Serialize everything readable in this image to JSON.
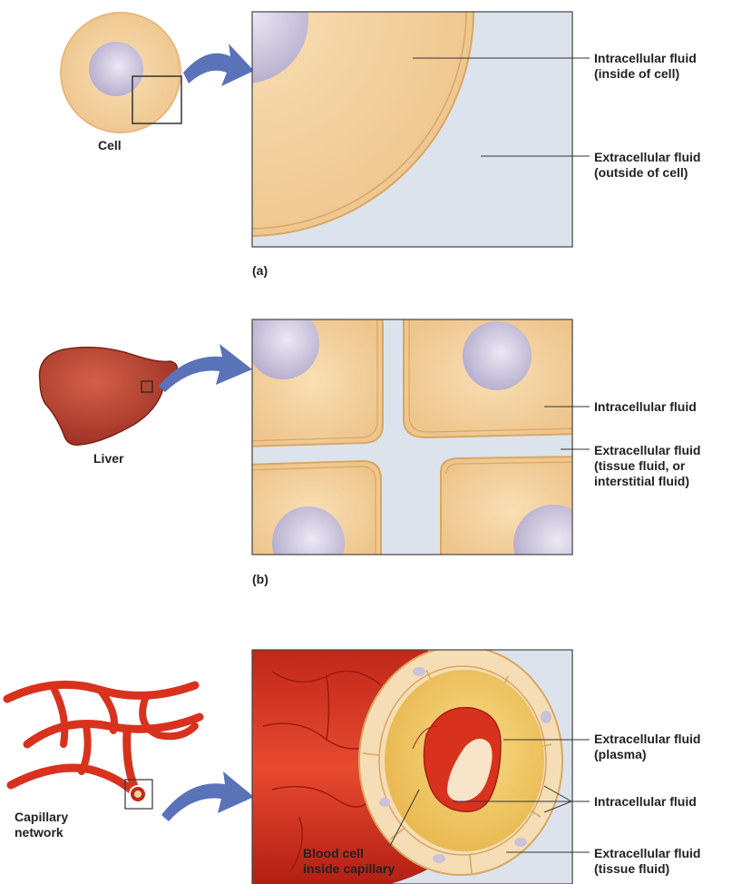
{
  "panel_a": {
    "tag": "(a)",
    "source_label": "Cell",
    "intracellular_lines": [
      "Intracellular fluid",
      "(inside of cell)"
    ],
    "extracellular_lines": [
      "Extracellular fluid",
      "(outside of cell)"
    ]
  },
  "panel_b": {
    "tag": "(b)",
    "source_label": "Liver",
    "intracellular_lines": [
      "Intracellular fluid"
    ],
    "extracellular_lines": [
      "Extracellular fluid",
      "(tissue fluid, or",
      "interstitial fluid)"
    ]
  },
  "panel_c": {
    "source_lines": [
      "Capillary",
      "network"
    ],
    "plasma_lines": [
      "Extracellular fluid",
      "(plasma)"
    ],
    "intracellular_lines": [
      "Intracellular fluid"
    ],
    "tissue_lines": [
      "Extracellular fluid",
      "(tissue fluid)"
    ],
    "blood_cell_lines": [
      "Blood cell",
      "inside capillary"
    ]
  },
  "colors": {
    "cytoplasm": "#f3d3a0",
    "nucleus": "#cfc8df",
    "extracellular": "#dde3ec",
    "arrow": "#5a73b8",
    "vessel": "#d8321f",
    "liver": "#b4402f"
  }
}
